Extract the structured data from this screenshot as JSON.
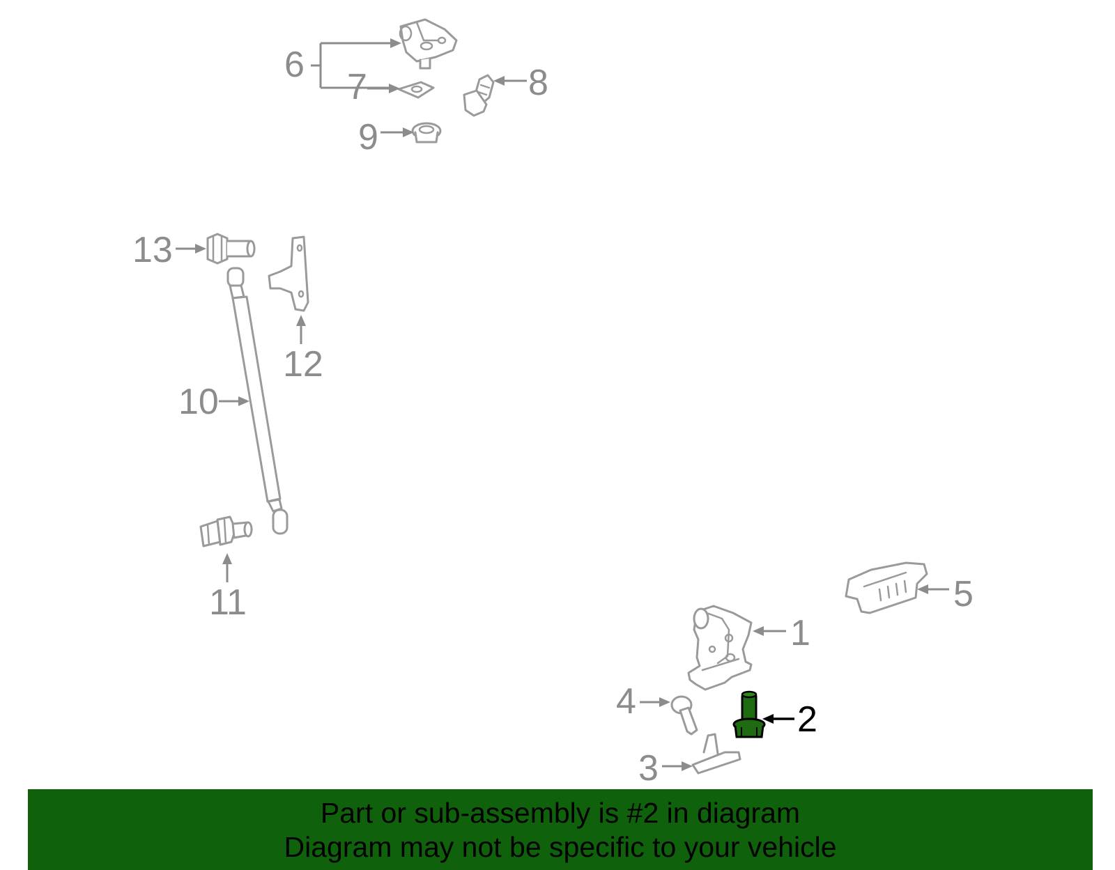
{
  "diagram": {
    "callouts": {
      "c1": "1",
      "c2": "2",
      "c3": "3",
      "c4": "4",
      "c5": "5",
      "c6": "6",
      "c7": "7",
      "c8": "8",
      "c9": "9",
      "c10": "10",
      "c11": "11",
      "c12": "12",
      "c13": "13"
    },
    "highlighted_part": "2",
    "colors": {
      "highlight": "#1e6b12",
      "banner": "#0f620b",
      "outline": "#9a9a9a",
      "callout_text": "#8c8c8c"
    }
  },
  "banner": {
    "line1": "Part or sub-assembly is #2 in diagram",
    "line2": "Diagram may not be specific to your vehicle"
  }
}
